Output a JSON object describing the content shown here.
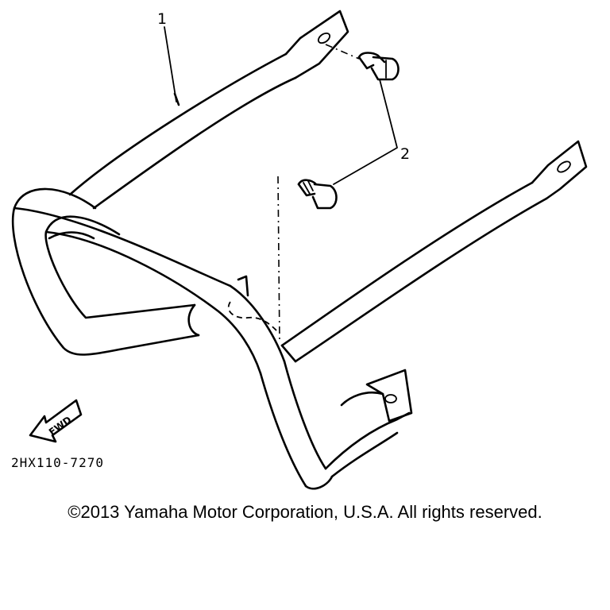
{
  "diagram": {
    "callouts": [
      {
        "id": "1",
        "label": "1"
      },
      {
        "id": "2",
        "label": "2"
      }
    ],
    "direction_arrow": {
      "text": "FWD"
    },
    "drawing_code": "2HX110-7270"
  },
  "footer": {
    "copyright": "©2013 Yamaha Motor Corporation, U.S.A. All rights reserved."
  }
}
